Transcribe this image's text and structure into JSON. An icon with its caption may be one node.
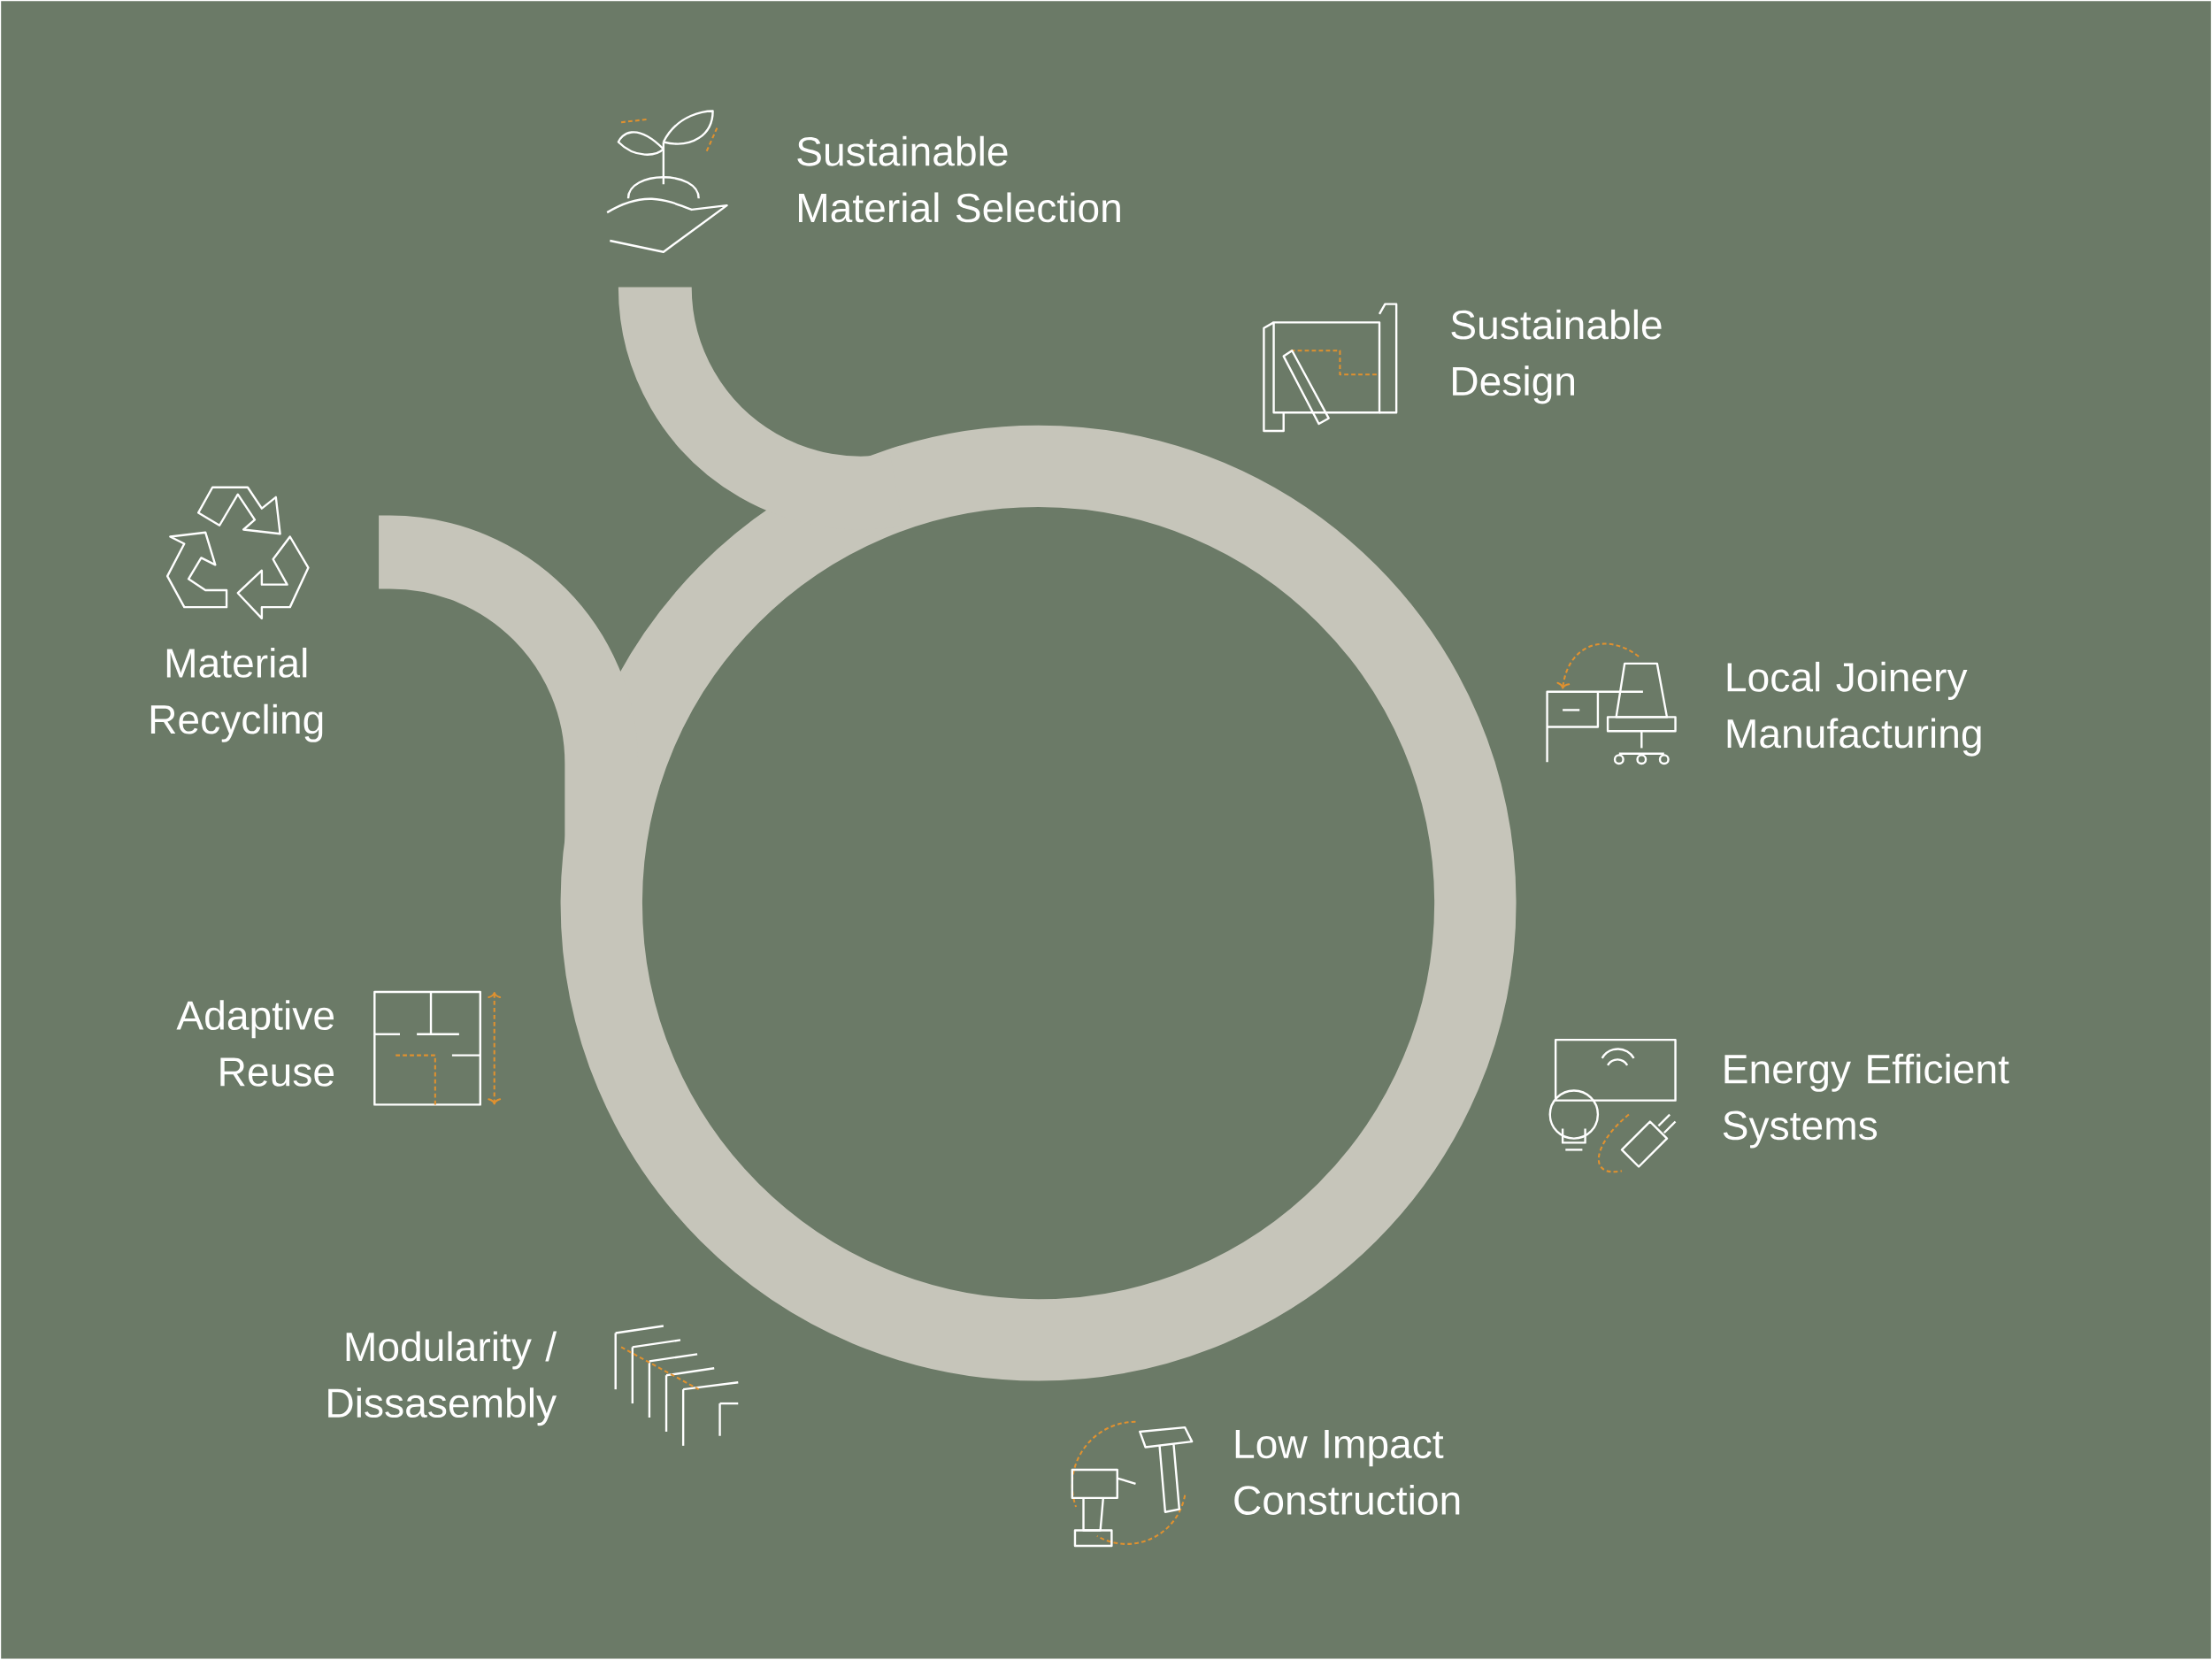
{
  "diagram": {
    "labels": [
      "Sustainable Material Selection",
      "Sustainable Design",
      "Material Recycling",
      "Local Joinery Manufacturing",
      "Adaptive Reuse",
      "Energy Efficient Systems",
      "Modularity / Dissasembly",
      "Low Impact Construction"
    ]
  }
}
